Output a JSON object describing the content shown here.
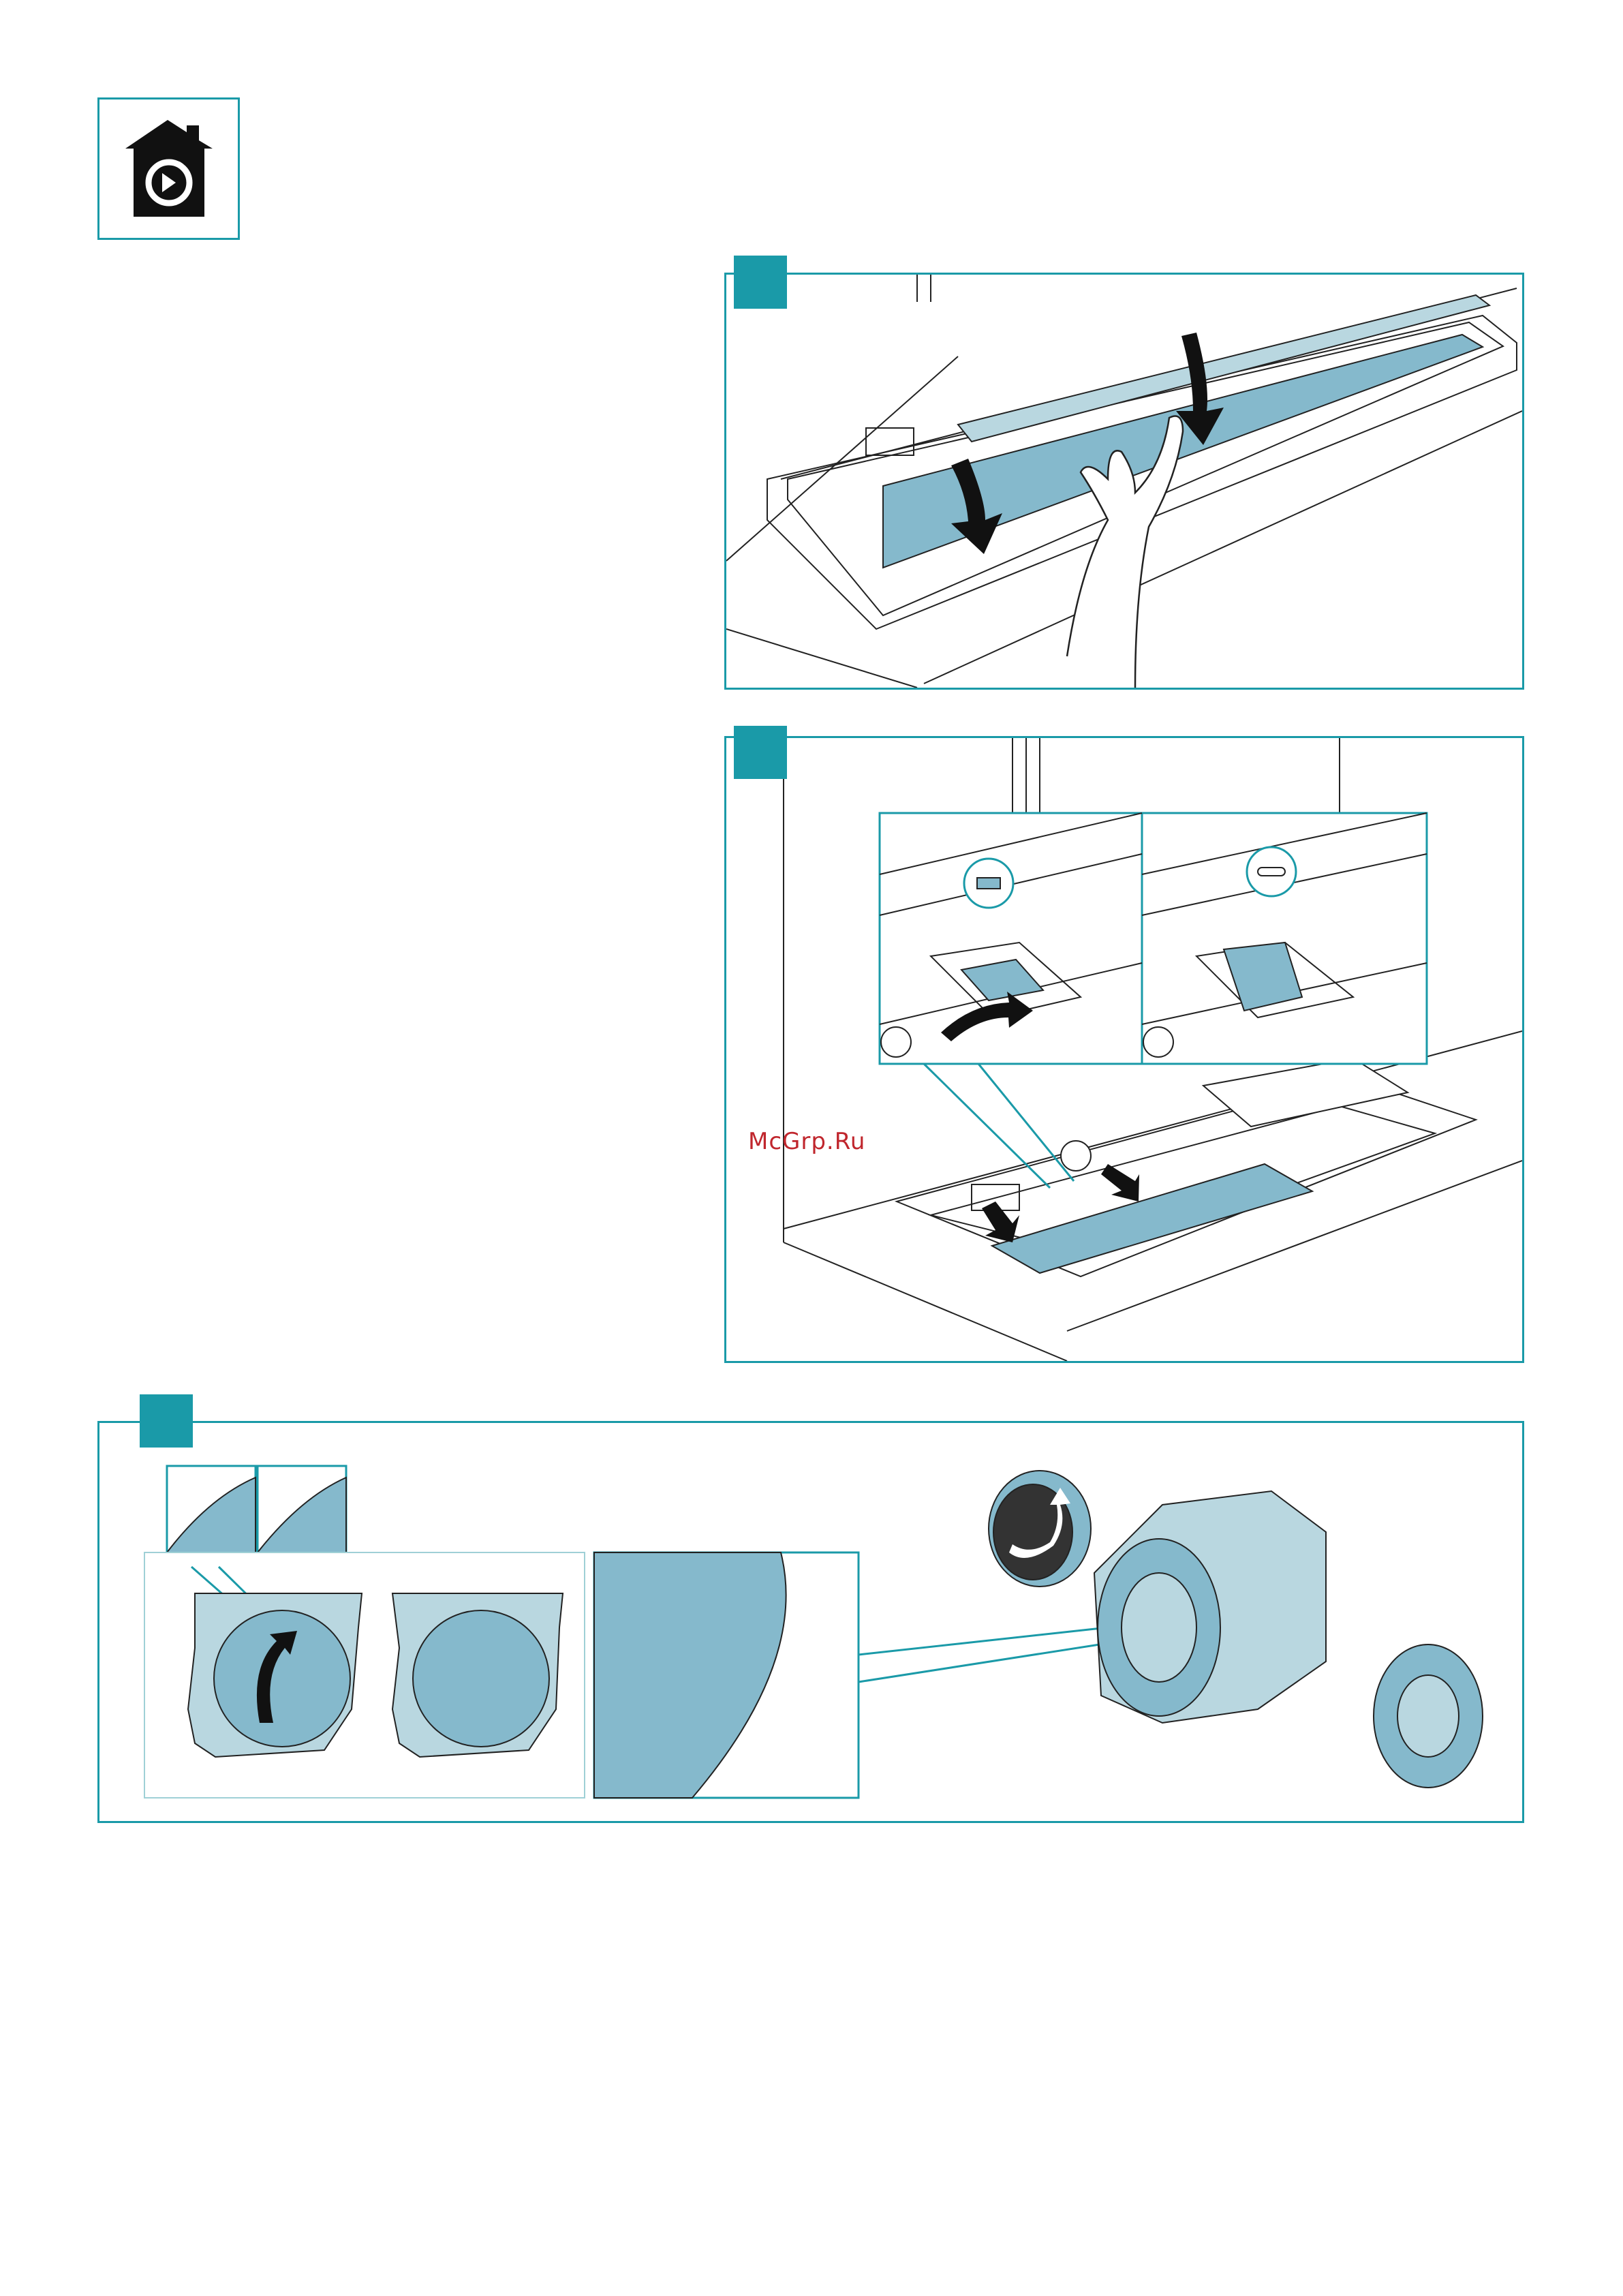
{
  "watermark": "McGrp.Ru",
  "colors": {
    "accent": "#1a9aa8",
    "filter_fill": "#85b9cc",
    "light_fill": "#b9d7e0",
    "line": "#222222",
    "watermark": "#c0262d"
  },
  "icons": {
    "header": "home-recirculation-icon",
    "step1": "hand-pulling-filter-illustration",
    "step2": "filter-latch-illustration",
    "step3": "fan-filter-rotation-illustration"
  }
}
